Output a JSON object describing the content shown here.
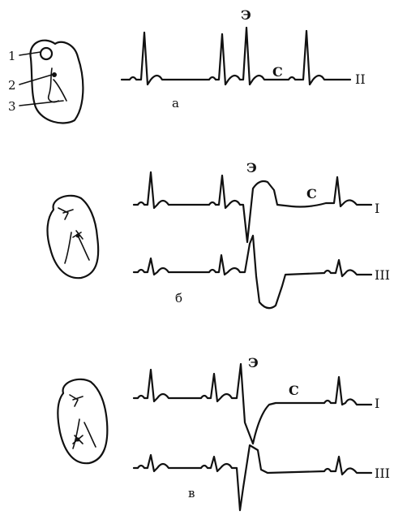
{
  "panel_a": {
    "letter": "а",
    "lead": "II",
    "extrasystole_label": "Э",
    "compensatory_pause_label": "С",
    "heart_markers": [
      "1",
      "2",
      "3"
    ]
  },
  "panel_b": {
    "letter": "б",
    "leads": [
      "I",
      "III"
    ],
    "extrasystole_label": "Э",
    "compensatory_pause_label": "С"
  },
  "panel_c": {
    "letter": "в",
    "leads": [
      "I",
      "III"
    ],
    "extrasystole_label": "Э",
    "compensatory_pause_label": "С"
  }
}
